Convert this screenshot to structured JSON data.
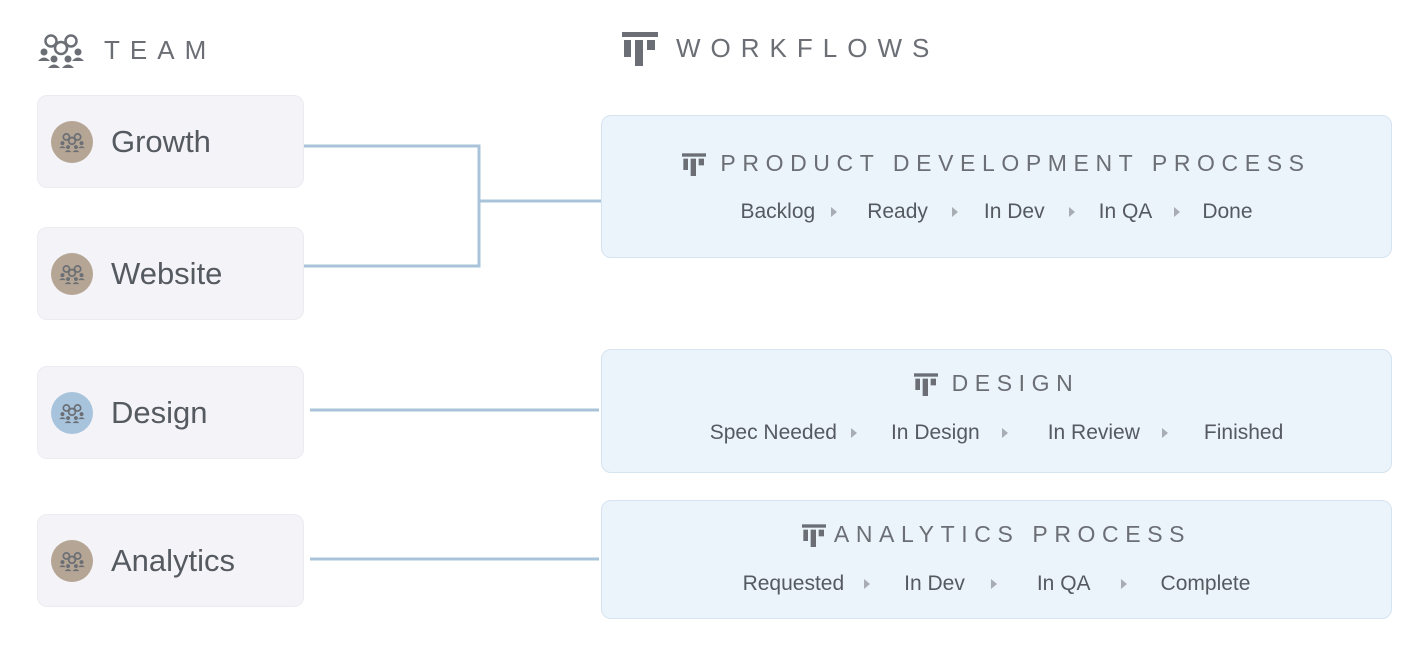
{
  "team": {
    "title": "TEAM",
    "icon": "team-icon",
    "items": [
      {
        "name": "Growth",
        "avatar_color": "#b5a594"
      },
      {
        "name": "Website",
        "avatar_color": "#b5a594"
      },
      {
        "name": "Design",
        "avatar_color": "#a8c4dc"
      },
      {
        "name": "Analytics",
        "avatar_color": "#b5a594"
      }
    ]
  },
  "workflows": {
    "title": "WORKFLOWS",
    "icon": "workflow-icon",
    "items": [
      {
        "title": "PRODUCT DEVELOPMENT PROCESS",
        "stages": [
          "Backlog",
          "Ready",
          "In Dev",
          "In QA",
          "Done"
        ]
      },
      {
        "title": "DESIGN",
        "stages": [
          "Spec Needed",
          "In Design",
          "In Review",
          "Finished"
        ]
      },
      {
        "title": "ANALYTICS PROCESS",
        "stages": [
          "Requested",
          "In Dev",
          "In QA",
          "Complete"
        ]
      }
    ]
  },
  "colors": {
    "connector": "#a9c4da",
    "card_team": "#f4f3f8",
    "card_workflow": "#ebf3fb",
    "arrow": "#a8adb4"
  }
}
